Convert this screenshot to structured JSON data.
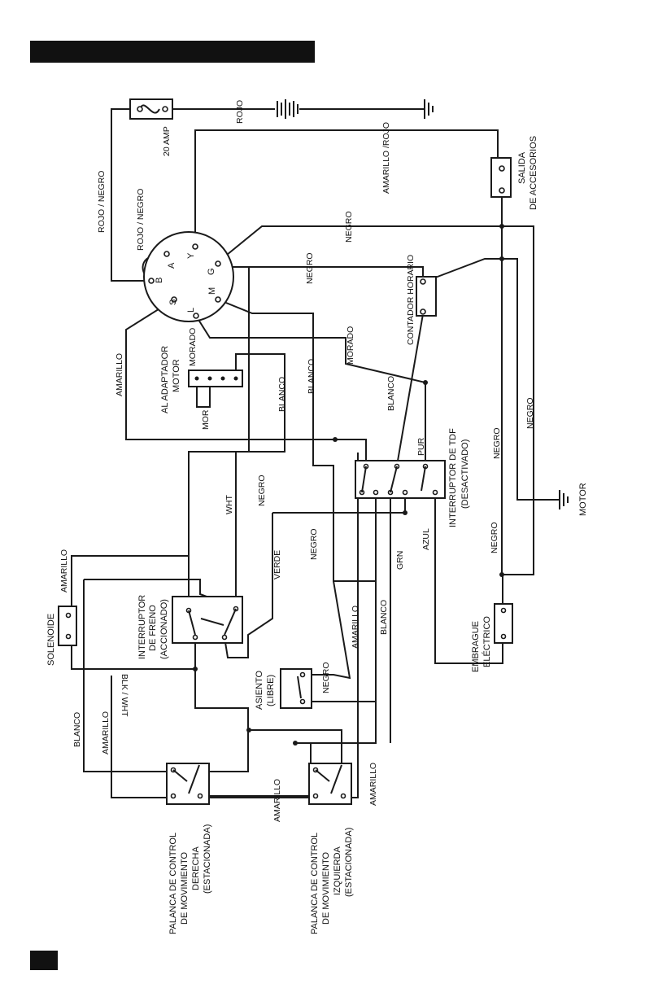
{
  "wires": {
    "rojo": "ROJO",
    "rojo_negro_1": "ROJO / NEGRO",
    "rojo_negro_2": "ROJO / NEGRO",
    "amarillo_rojo": "AMARILLO /ROJO",
    "negro_1": "NEGRO",
    "negro_2": "NEGRO",
    "negro_3": "NEGRO",
    "negro_4": "NEGRO",
    "negro_5": "NEGRO",
    "negro_6": "NEGRO",
    "negro_7": "NEGRO",
    "negro_8": "NEGRO",
    "amarillo_1": "AMARILLO",
    "amarillo_2": "AMARILLO",
    "amarillo_3": "AMARILLO",
    "amarillo_4": "AMARILLO",
    "amarillo_5": "AMARILLO",
    "amarillo_6": "AMARILLO",
    "morado_1": "MORADO",
    "morado_2": "MORADO",
    "mor": "MOR",
    "blanco_1": "BLANCO",
    "blanco_2": "BLANCO",
    "blanco_3": "BLANCO",
    "blanco_4": "BLANCO",
    "blanco_5": "BLANCO",
    "wht": "WHT",
    "verde": "VERDE",
    "grn": "GRN",
    "azul": "AZUL",
    "pur": "PUR",
    "blk_wht": "BLK / WHT"
  },
  "components": {
    "fuse": "20 AMP",
    "accessory_outlet": [
      "SALIDA",
      "DE ACCESORIOS"
    ],
    "hour_meter": "CONTADOR HORARIO",
    "engine_adapter": [
      "AL ADAPTADOR",
      "MOTOR"
    ],
    "pto_switch": [
      "INTERRUPTOR DE TDF",
      "(DESACTIVADO)"
    ],
    "motor": "MOTOR",
    "solenoid": "SOLENOIDE",
    "brake_switch": [
      "INTERRUPTOR",
      "DE FRENO",
      "(ACCIONADO)"
    ],
    "seat": [
      "ASIENTO",
      "(LIBRE)"
    ],
    "electric_clutch": [
      "EMBRAGUE",
      "ELÉCTRICO"
    ],
    "right_lever": [
      "PALANCA DE CONTROL",
      "DE MOVIMIENTO",
      "DERECHA",
      "(ESTACIONADA)"
    ],
    "left_lever": [
      "PALANCA DE CONTROL",
      "DE MOVIMIENTO",
      "IZQUIERDA",
      "(ESTACIONADA)"
    ]
  },
  "ignition_pins": {
    "b": "B",
    "a": "A",
    "y": "Y",
    "g": "G",
    "m": "M",
    "l": "L",
    "s": "S"
  }
}
